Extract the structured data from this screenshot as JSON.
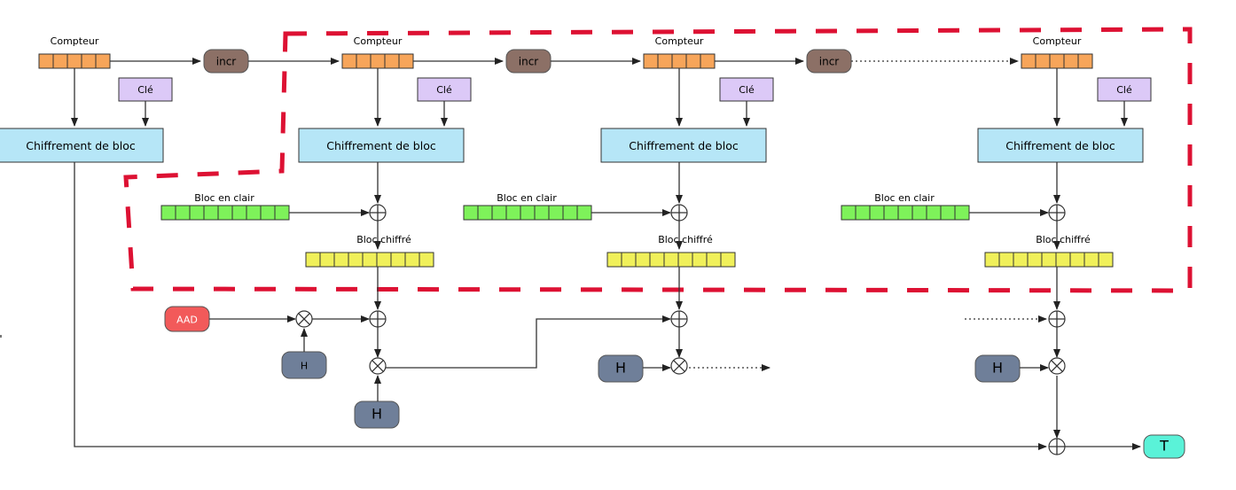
{
  "labels": {
    "counter": "Compteur",
    "key": "Clé",
    "block_cipher": "Chiffrement de bloc",
    "plaintext": "Bloc en clair",
    "ciphertext": "Bloc chiffré",
    "incr": "incr",
    "aad": "AAD",
    "hash_key": "H",
    "tag": "T"
  },
  "colors": {
    "counter": "#f7a55a",
    "key": "#dcc9f7",
    "block_cipher": "#b6e6f7",
    "plaintext": "#7ef25a",
    "ciphertext": "#f0f05a",
    "incr": "#8c7066",
    "aad": "#f25a5a",
    "hash_key": "#6f7f99",
    "tag": "#5af2d8",
    "dashed_border": "#dd1133"
  },
  "icons": {
    "xor": "circle-plus-icon",
    "gf_multiply": "circle-times-icon"
  }
}
